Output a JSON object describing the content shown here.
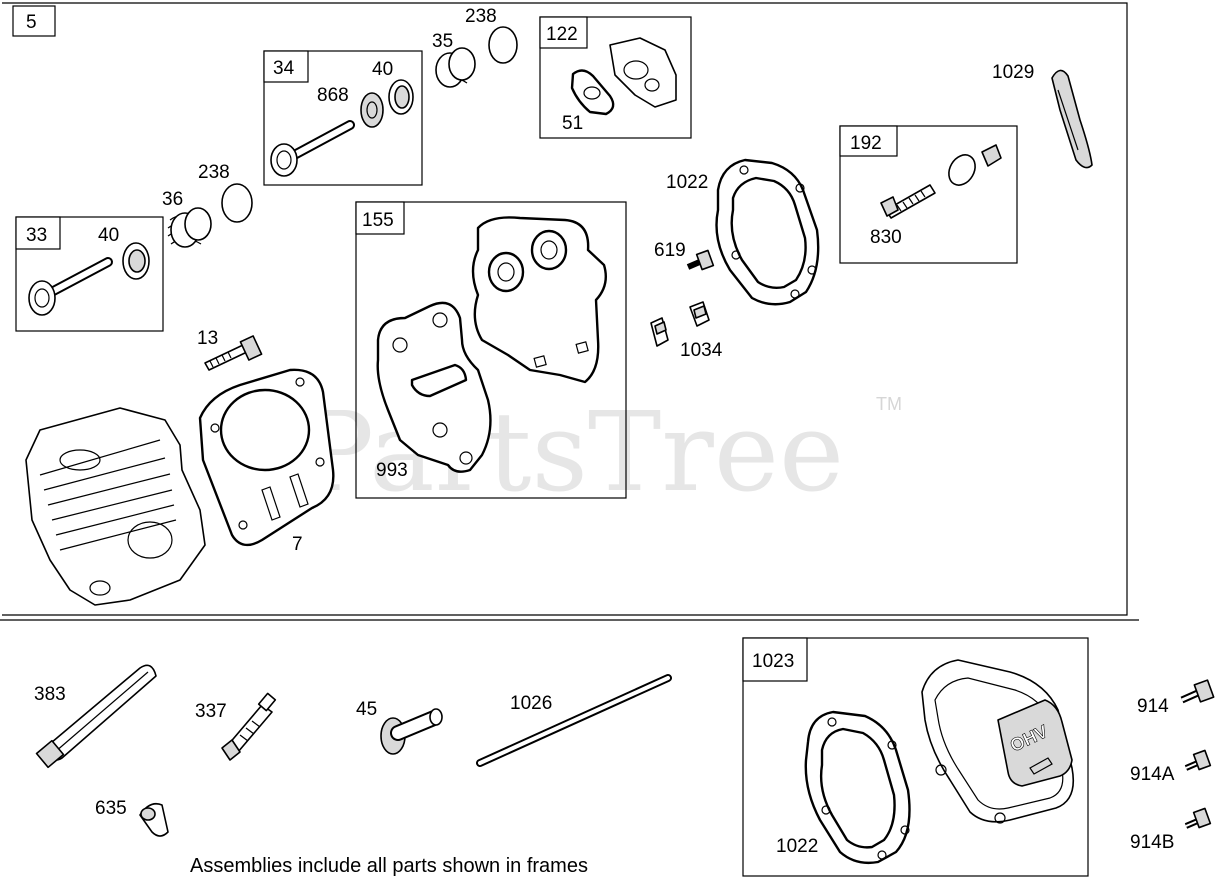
{
  "watermark": {
    "text": "PartsTree",
    "tm": "TM"
  },
  "caption": "Assemblies include all parts shown in frames",
  "frame_tags": {
    "f5": "5",
    "f34": "34",
    "f122": "122",
    "f33": "33",
    "f155": "155",
    "f192": "192",
    "f1023": "1023"
  },
  "labels": {
    "p238a": "238",
    "p35": "35",
    "p40a": "40",
    "p868": "868",
    "p51": "51",
    "p1029": "1029",
    "p238b": "238",
    "p36": "36",
    "p40b": "40",
    "p1022a": "1022",
    "p830": "830",
    "p619": "619",
    "p1034": "1034",
    "p13": "13",
    "p993": "993",
    "p7": "7",
    "p383": "383",
    "p337": "337",
    "p45": "45",
    "p1026": "1026",
    "p635": "635",
    "p1022b": "1022",
    "p914": "914",
    "p914A": "914A",
    "p914B": "914B"
  },
  "emblem": {
    "ohv": "OHV"
  }
}
